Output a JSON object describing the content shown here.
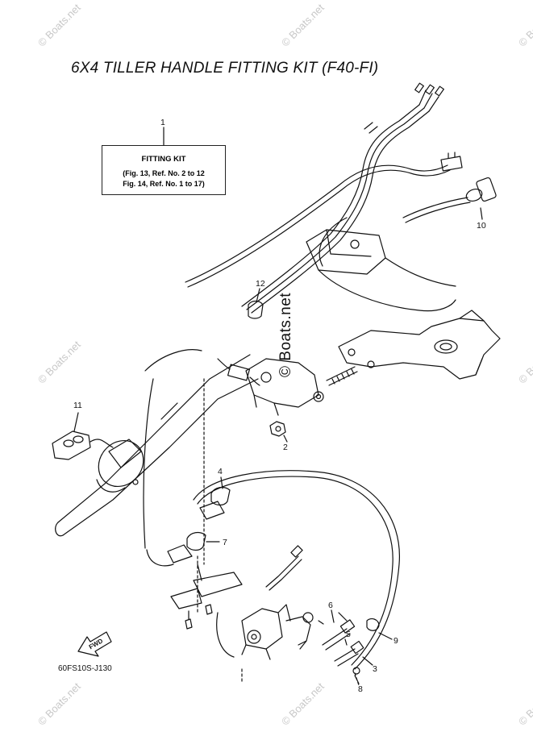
{
  "title": "6X4 TILLER HANDLE FITTING KIT (F40-FI)",
  "kit_box": {
    "heading": "FITTING KIT",
    "line1": "(Fig. 13, Ref. No. 2 to 12",
    "line2": "Fig. 14, Ref. No. 1 to 17)"
  },
  "callouts": [
    "1",
    "2",
    "3",
    "4",
    "5",
    "6",
    "7",
    "8",
    "9",
    "10",
    "11",
    "12"
  ],
  "fwd_label": "FWD",
  "footer_code": "60FS10S-J130",
  "watermark_main": "© Boats.net",
  "watermark_small": "© Boats.net"
}
